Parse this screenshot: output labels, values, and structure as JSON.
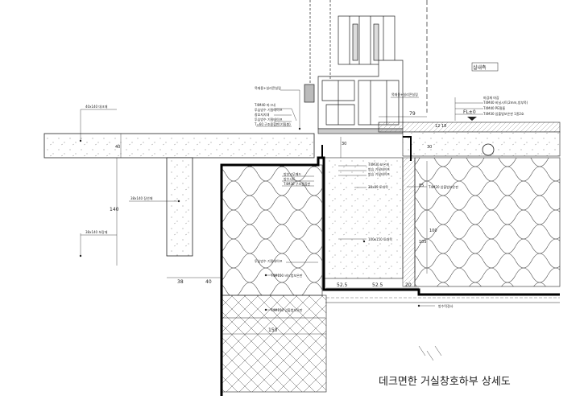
{
  "title": "데크면한 거실창호하부 상세도",
  "room_label": "실내측",
  "floor_level": "FL±0",
  "dimensions": {
    "d79": "79",
    "d18": "18",
    "d12": "12",
    "d40a": "40",
    "d30a": "30",
    "d30b": "30",
    "d140": "140",
    "d38": "38",
    "d40b": "40",
    "d85": "85",
    "d105": "105",
    "d100": "100",
    "d525a": "52.5",
    "d525b": "52.5",
    "d20": "20",
    "d150": "150"
  },
  "labels": {
    "deck": "40x140 데크재",
    "joist": "38x140 장선재",
    "beam": "38x140 보강재",
    "l1": "목재용+실리콘실링",
    "l2": "T4M40 마그네",
    "l3": "투습방수 기밀테이프",
    "l4": "창호지지대",
    "l5": "투습방수 기밀테이프",
    "l6": "T=60 구조용합판(기밀층)",
    "l7": "목재용+실리콘실링",
    "r1": "마감재 마감",
    "r2": "T4M40 비닐시트(2mm,방부목)",
    "r3": "T4M40 PE필름",
    "r4": "T4M30 압출법보온판 1종2호",
    "m1": "방부고무패드",
    "m2": "방수시트",
    "m3": "T4M30 구조용합판",
    "m4": "T4M30 보온재",
    "m5": "방습 기밀테이프",
    "m6": "38x89 토대목",
    "m7": "T4M20 압출법보온판",
    "m8": "100x150 토대목",
    "m9": "투습방수 기밀테이프",
    "m10": "T4M150 비드법보온판",
    "m11": "T4M150 압출법보온판",
    "m12": "방수턱경사"
  }
}
